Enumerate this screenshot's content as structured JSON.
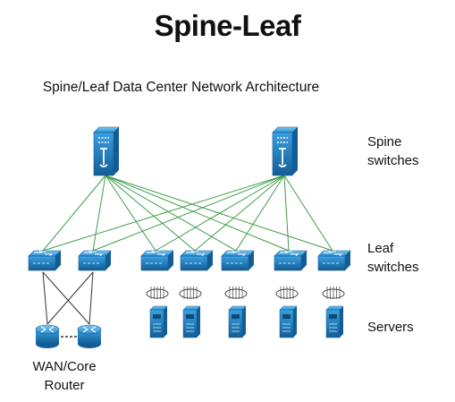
{
  "title": "Spine-Leaf",
  "subtitle": "Spine/Leaf Data Center Network Architecture",
  "labels": {
    "spine_line1": "Spine",
    "spine_line2": "switches",
    "leaf_line1": "Leaf",
    "leaf_line2": "switches",
    "servers": "Servers",
    "router_line1": "WAN/Core",
    "router_line2": "Router"
  },
  "nodes": {
    "spine_switches": [
      "spine-1",
      "spine-2"
    ],
    "leaf_switches": [
      "leaf-1",
      "leaf-2",
      "leaf-3",
      "leaf-4",
      "leaf-5",
      "leaf-6",
      "leaf-7"
    ],
    "servers": [
      "server-1",
      "server-2",
      "server-3",
      "server-4",
      "server-5"
    ],
    "routers": [
      "router-1",
      "router-2"
    ]
  },
  "colors": {
    "device": "#1f7fc4",
    "device_dark": "#135d96",
    "spine_leaf_link": "#3f9e4a",
    "access_link": "#333333"
  },
  "icons": {
    "spine_switch": "multilayer-switch-icon",
    "leaf_switch": "switch-icon",
    "server": "server-icon",
    "router": "router-icon",
    "nic": "nic-ring-icon"
  }
}
